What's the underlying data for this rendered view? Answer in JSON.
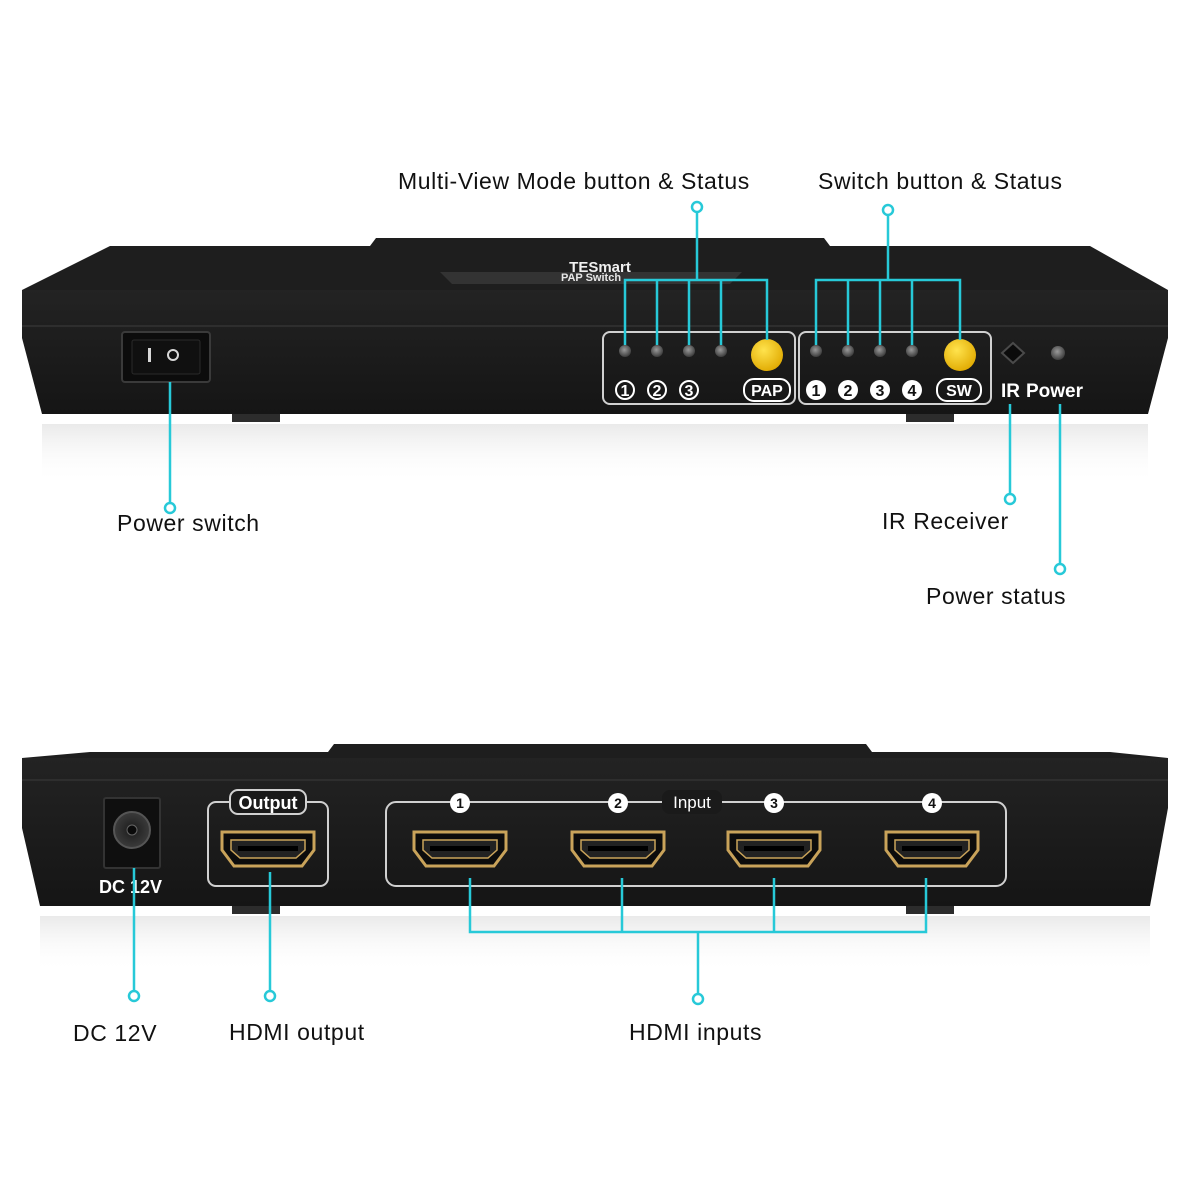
{
  "front_panel": {
    "brand": "TESmart",
    "model": "PAP Switch",
    "pap_indicators": [
      "1",
      "2",
      "3"
    ],
    "pap_button_label": "PAP",
    "sw_indicators": [
      "1",
      "2",
      "3",
      "4"
    ],
    "sw_button_label": "SW",
    "ir_label": "IR",
    "power_label": "Power"
  },
  "back_panel": {
    "dc_label": "DC 12V",
    "output_label": "Output",
    "input_label": "Input",
    "input_numbers": [
      "1",
      "2",
      "3",
      "4"
    ]
  },
  "callouts": {
    "multi_view": "Multi-View Mode button & Status",
    "switch": "Switch button & Status",
    "power_switch": "Power switch",
    "ir_receiver": "IR Receiver",
    "power_status": "Power status",
    "dc": "DC 12V",
    "hdmi_output": "HDMI output",
    "hdmi_inputs": "HDMI inputs"
  },
  "colors": {
    "device_body": "#1b1b1b",
    "button_yellow": "#f2c200",
    "callout_cyan": "#27c9d8",
    "connector_gold": "#c9a35a"
  }
}
